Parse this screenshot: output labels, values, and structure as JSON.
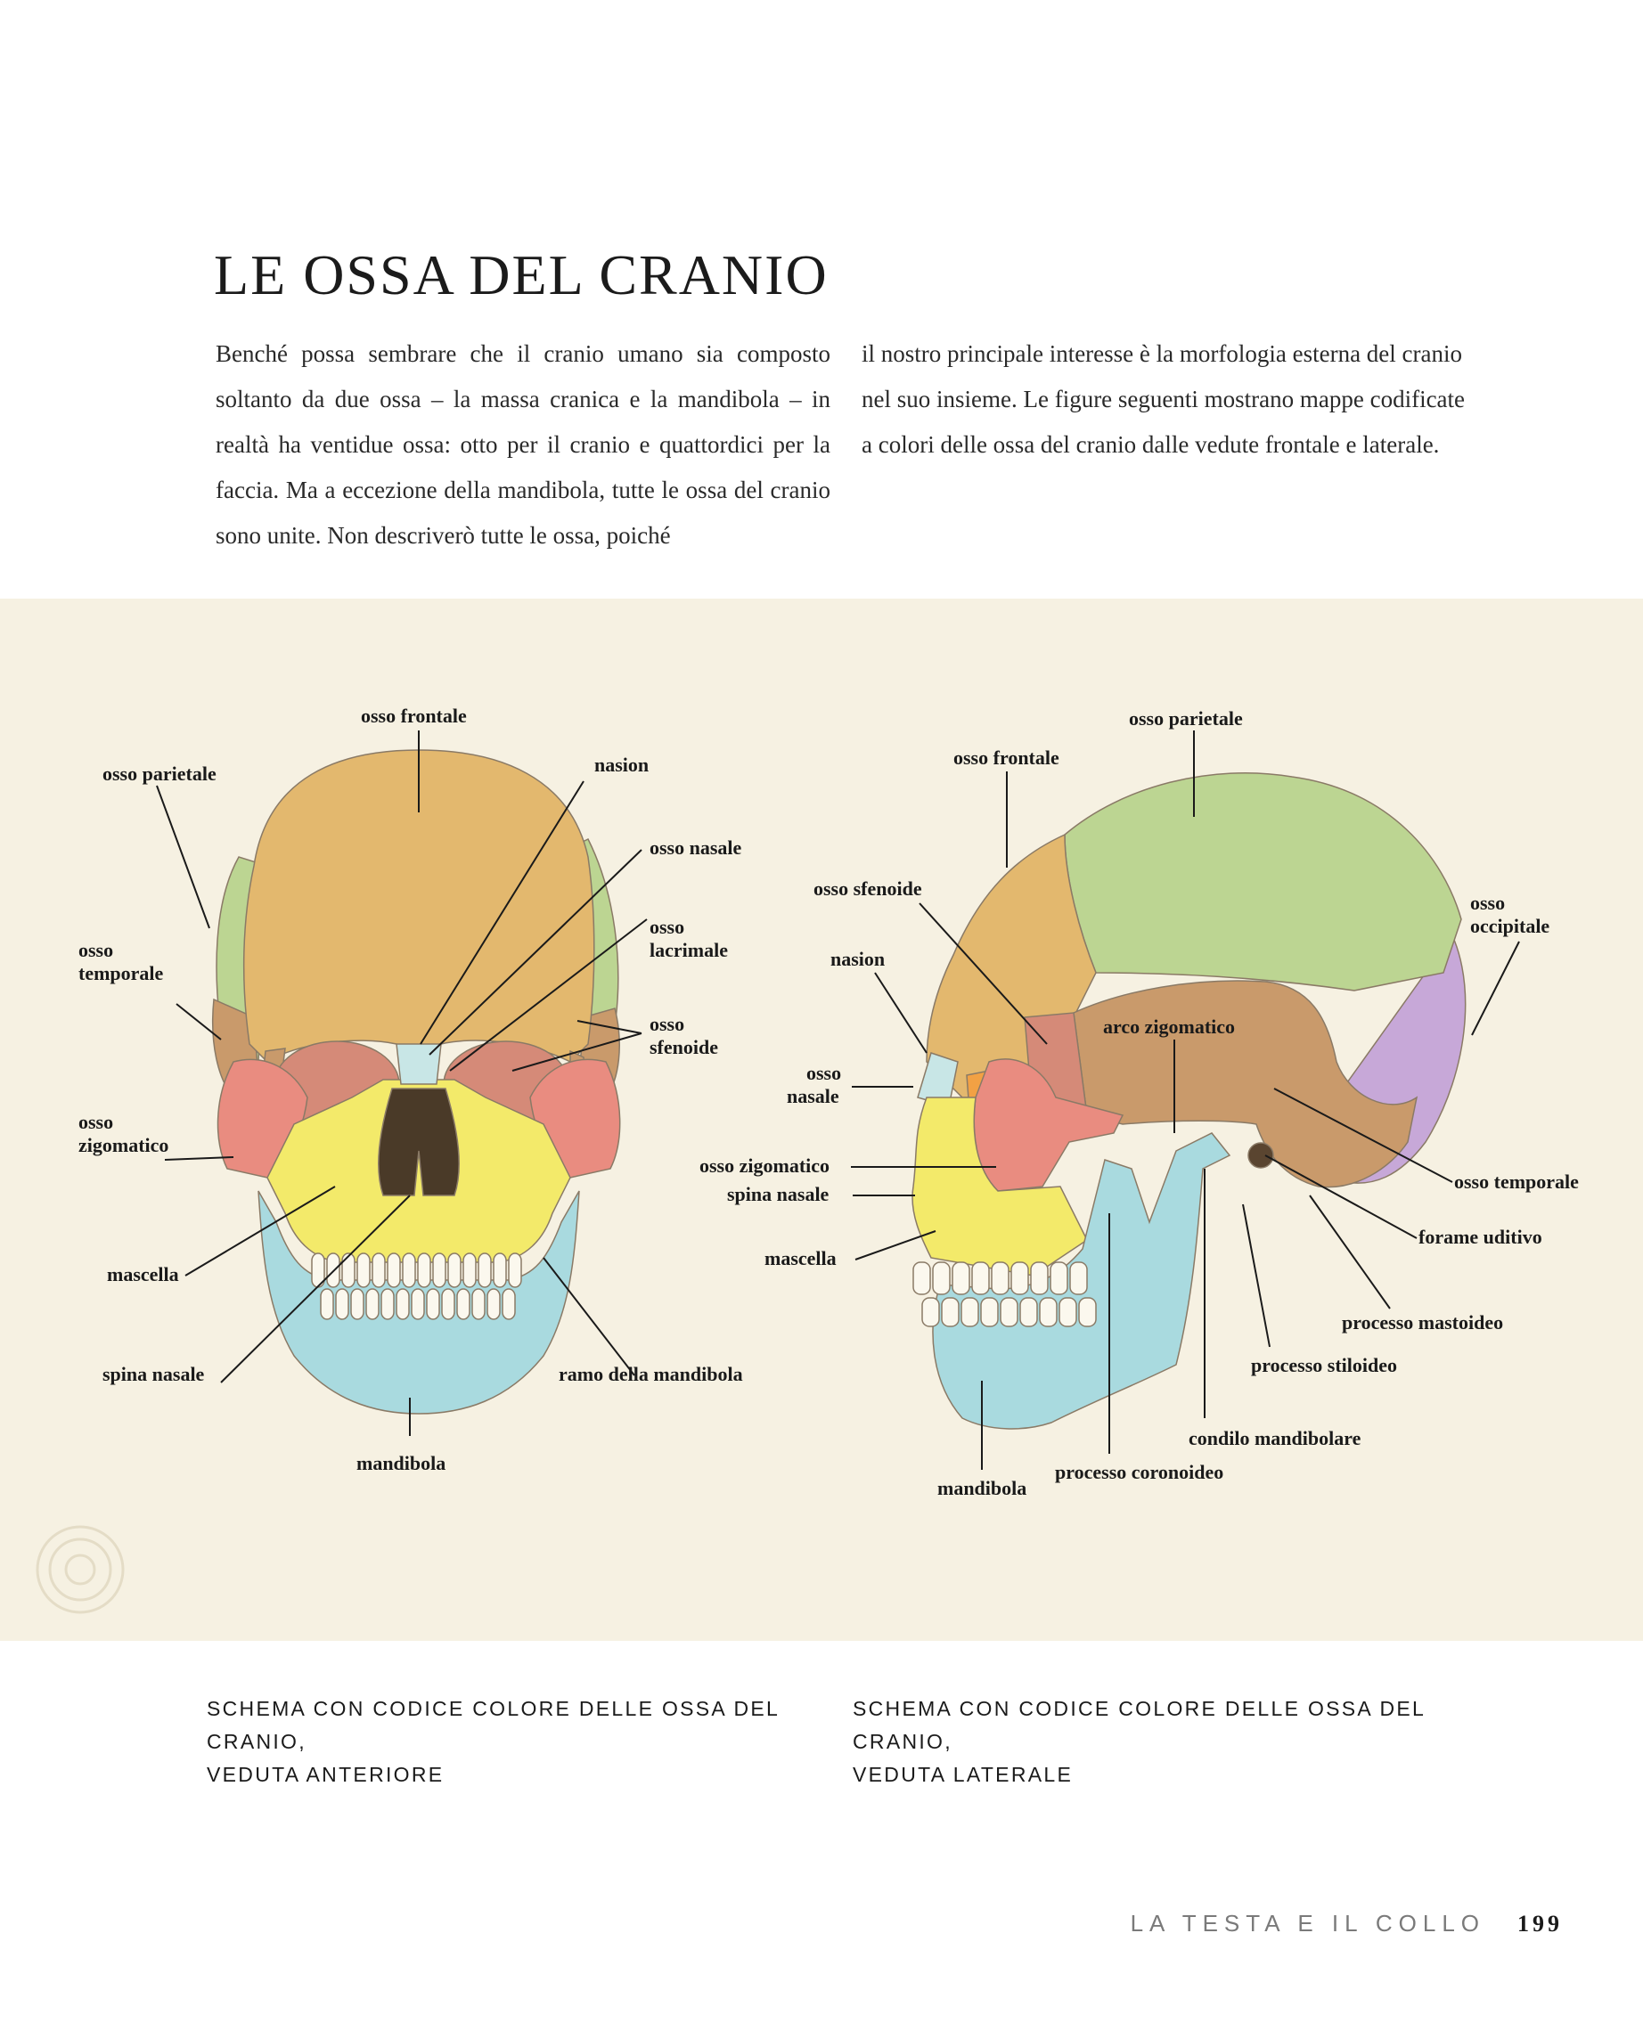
{
  "page": {
    "title": "LE OSSA DEL CRANIO",
    "intro_left": "Benché possa sembrare che il cranio umano sia composto soltanto da due ossa – la massa cranica e la mandibola – in realtà ha ventidue ossa: otto per il cranio e quattordici per la faccia. Ma a eccezione della mandibola, tutte le ossa del cranio sono unite. Non descriverò tutte le ossa, poiché",
    "intro_right": "il nostro principale interesse è la morfologia esterna del cranio nel suo insieme. Le figure seguenti mostrano map­pe codificate a colori delle ossa del cranio dalle vedute frontale e laterale."
  },
  "figure": {
    "bone_colors": {
      "frontale": "#e3b86e",
      "parietale": "#bcd592",
      "temporale": "#c99a6b",
      "sfenoide": "#d58a78",
      "zigomatico": "#e98c80",
      "mascella": "#f3ea6a",
      "mandibola": "#a9dadf",
      "nasale": "#c8e6e6",
      "lacrimale": "#f2a144",
      "occipitale": "#c7a8d8"
    },
    "front_labels": {
      "osso_frontale": "osso frontale",
      "osso_parietale": "osso parietale",
      "nasion": "nasion",
      "osso_nasale": "osso nasale",
      "osso_lacrimale_1": "osso",
      "osso_lacrimale_2": "lacrimale",
      "osso_temporale_1": "osso",
      "osso_temporale_2": "temporale",
      "osso_sfenoide_1": "osso",
      "osso_sfenoide_2": "sfenoide",
      "osso_zigomatico_1": "osso",
      "osso_zigomatico_2": "zigomatico",
      "mascella": "mascella",
      "spina_nasale": "spina nasale",
      "ramo_mandibola": "ramo della mandibola",
      "mandibola": "mandibola"
    },
    "side_labels": {
      "osso_parietale": "osso parietale",
      "osso_frontale": "osso frontale",
      "osso_sfenoide": "osso sfenoide",
      "osso_occipitale_1": "osso",
      "osso_occipitale_2": "occipitale",
      "nasion": "nasion",
      "arco_zigomatico": "arco zigomatico",
      "osso_nasale_1": "osso",
      "osso_nasale_2": "nasale",
      "osso_zigomatico": "osso zigomatico",
      "spina_nasale": "spina nasale",
      "osso_temporale": "osso temporale",
      "mascella": "mascella",
      "forame_uditivo": "forame uditivo",
      "processo_mastoideo": "processo mastoideo",
      "processo_stiloideo": "processo stiloideo",
      "condilo_mandibolare": "condilo mandibolare",
      "processo_coronoideo": "processo coronoideo",
      "mandibola": "mandibola"
    }
  },
  "captions": {
    "left_line1": "SCHEMA CON CODICE COLORE DELLE OSSA DEL CRANIO,",
    "left_line2": "VEDUTA ANTERIORE",
    "right_line1": "SCHEMA CON CODICE COLORE DELLE OSSA DEL CRANIO,",
    "right_line2": "VEDUTA LATERALE"
  },
  "footer": {
    "running_head": "LA TESTA E IL COLLO",
    "page_number": "199"
  }
}
